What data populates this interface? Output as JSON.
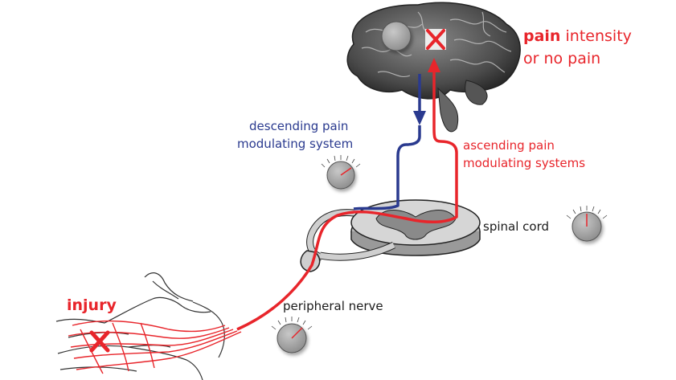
{
  "labels": {
    "pain_bold": "pain",
    "pain_rest": " intensity",
    "pain_line2": "or no pain",
    "descending_line1": "descending pain",
    "descending_line2": "modulating system",
    "ascending_line1": "ascending pain",
    "ascending_line2": "modulating systems",
    "spinal_cord": "spinal cord",
    "injury": "injury",
    "peripheral_nerve": "peripheral nerve"
  },
  "colors": {
    "ascending": "#e8252b",
    "descending": "#2a3a8f",
    "knob": "#9a9a9a",
    "brain": "#555555"
  },
  "icons": {
    "block_marker": "x-mark-icon",
    "dial": "volume-knob-icon"
  }
}
